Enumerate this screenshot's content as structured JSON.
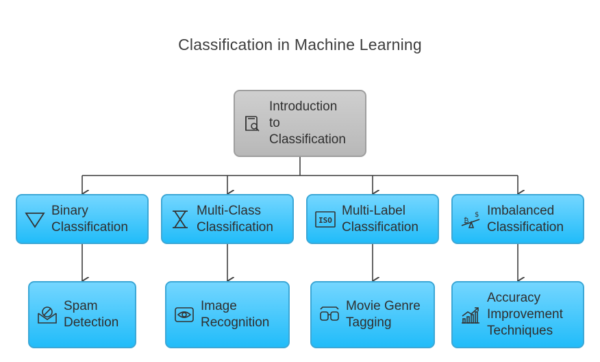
{
  "title": "Classification in Machine Learning",
  "colors": {
    "root_fill": "#c4c4c4",
    "node_fill": "#3fc6fb",
    "node_border": "#3ba7d6",
    "connector": "#3d3d3d",
    "text": "#2f2f2f"
  },
  "root": {
    "label": "Introduction\nto\nClassification",
    "icon": "book-search-icon"
  },
  "categories": [
    {
      "label": "Binary\nClassification",
      "icon": "triangle-icon",
      "child": {
        "label": "Spam\nDetection",
        "icon": "spam-mail-icon"
      }
    },
    {
      "label": "Multi-Class\nClassification",
      "icon": "hourglass-icon",
      "child": {
        "label": "Image\nRecognition",
        "icon": "eye-scan-icon"
      }
    },
    {
      "label": "Multi-Label\nClassification",
      "icon": "iso-badge-icon",
      "child": {
        "label": "Movie Genre\nTagging",
        "icon": "3d-glasses-icon"
      }
    },
    {
      "label": "Imbalanced\nClassification",
      "icon": "imbalance-scale-icon",
      "child": {
        "label": "Accuracy\nImprovement\nTechniques",
        "icon": "growth-chart-icon"
      }
    }
  ]
}
